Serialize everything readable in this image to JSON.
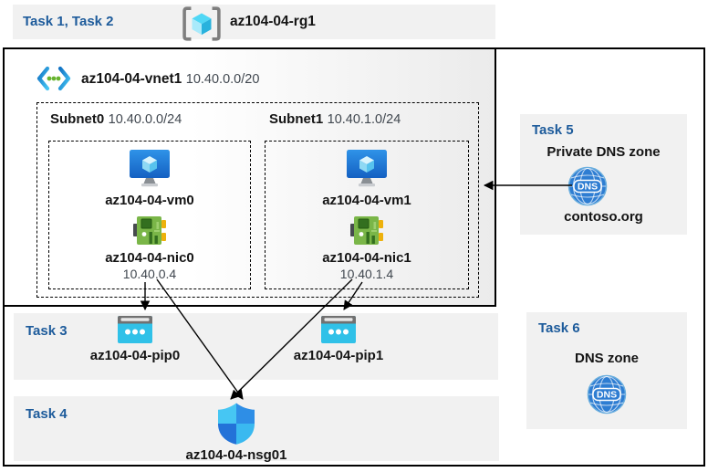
{
  "header": {
    "tasks_label": "Task 1, Task 2",
    "resource_group": "az104-04-rg1"
  },
  "vnet": {
    "name": "az104-04-vnet1",
    "cidr": "10.40.0.0/20",
    "subnets": [
      {
        "name": "Subnet0",
        "cidr": "10.40.0.0/24",
        "vm": "az104-04-vm0",
        "nic": "az104-04-nic0",
        "ip": "10.40.0.4"
      },
      {
        "name": "Subnet1",
        "cidr": "10.40.1.0/24",
        "vm": "az104-04-vm1",
        "nic": "az104-04-nic1",
        "ip": "10.40.1.4"
      }
    ]
  },
  "task3": {
    "label": "Task 3",
    "pips": [
      "az104-04-pip0",
      "az104-04-pip1"
    ]
  },
  "task4": {
    "label": "Task 4",
    "nsg": "az104-04-nsg01"
  },
  "task5": {
    "label": "Task 5",
    "title": "Private DNS zone",
    "zone": "contoso.org",
    "dns_icon_text": "DNS"
  },
  "task6": {
    "label": "Task 6",
    "title": "DNS zone",
    "dns_icon_text": "DNS"
  },
  "colors": {
    "task_heading": "#1d5b9b",
    "band_gray": "#f1f1f1",
    "border_black": "#000000",
    "vm_blue": "#1e78d3",
    "nic_green": "#7ab648",
    "pip_cyan": "#30c1e8",
    "dns_blue": "#2e7dd2",
    "shield_blue": "#2e8ee6"
  }
}
